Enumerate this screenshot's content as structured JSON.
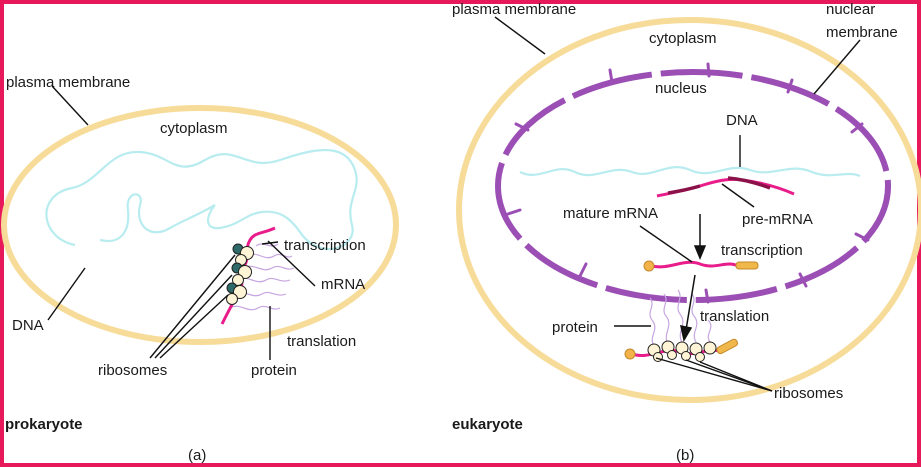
{
  "colors": {
    "frame": "#e8195a",
    "cell_membrane": "#f7dc99",
    "dna": "#b8ecef",
    "nuclear_membrane": "#9b4fb5",
    "mrna": "#e81c8a",
    "pre_mrna_dark": "#8a1248",
    "protein": "#c7a6e0",
    "ribosome_fill": "#fff5d6",
    "cap": "#f3b24a",
    "poly_a_tail": "#f0b84a"
  },
  "prokaryote": {
    "plasma_membrane": "plasma membrane",
    "cytoplasm": "cytoplasm",
    "transcription": "transcription",
    "mrna": "mRNA",
    "dna": "DNA",
    "translation": "translation",
    "ribosomes": "ribosomes",
    "protein": "protein",
    "title": "prokaryote",
    "panel": "(a)"
  },
  "eukaryote": {
    "plasma_membrane": "plasma membrane",
    "nuclear_membrane_line1": "nuclear",
    "nuclear_membrane_line2": "membrane",
    "cytoplasm": "cytoplasm",
    "nucleus": "nucleus",
    "dna": "DNA",
    "mature_mrna": "mature mRNA",
    "pre_mrna": "pre-mRNA",
    "transcription": "transcription",
    "protein": "protein",
    "translation": "translation",
    "ribosomes": "ribosomes",
    "title": "eukaryote",
    "panel": "(b)"
  }
}
